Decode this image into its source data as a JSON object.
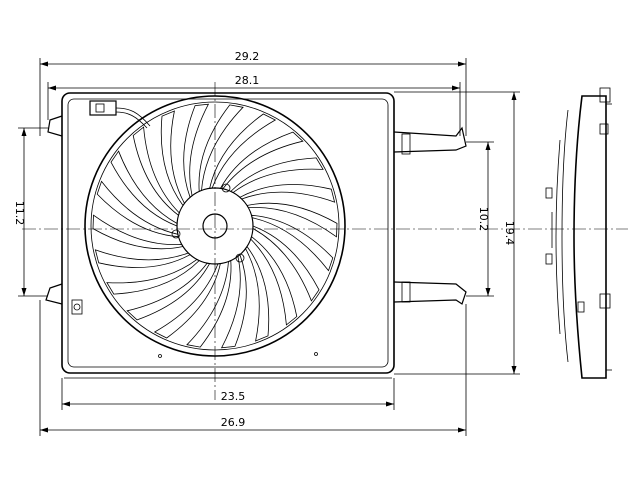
{
  "dimensions": {
    "overall_width": "29.2",
    "frame_width": "28.1",
    "bottom_width": "23.5",
    "base_width": "26.9",
    "left_height": "11.2",
    "bracket_height": "10.2",
    "overall_height": "19.4"
  }
}
